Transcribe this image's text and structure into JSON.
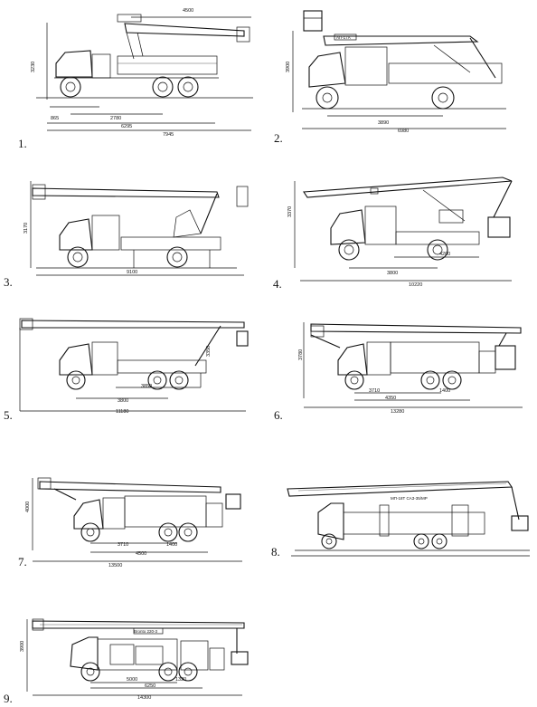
{
  "figures": [
    {
      "label": "1.",
      "dims": [
        "4500",
        "3230",
        "865",
        "2780",
        "6295",
        "7945"
      ]
    },
    {
      "label": "2.",
      "dims": [
        "3900",
        "3890",
        "6980"
      ],
      "plate": "АП-17А"
    },
    {
      "label": "3.",
      "dims": [
        "3170",
        "9100"
      ]
    },
    {
      "label": "4.",
      "dims": [
        "3370",
        "4200",
        "3800",
        "10220"
      ]
    },
    {
      "label": "5.",
      "dims": [
        "3350",
        "3850",
        "3800",
        "11180"
      ]
    },
    {
      "label": "6.",
      "dims": [
        "3780",
        "3710",
        "1400",
        "4350",
        "13280"
      ]
    },
    {
      "label": "7.",
      "dims": [
        "4000",
        "3710",
        "1400",
        "4500",
        "13500"
      ]
    },
    {
      "label": "8.",
      "dims": [],
      "plate": "МП-18Т САЗ-35/МР"
    },
    {
      "label": "9.",
      "dims": [
        "3900",
        "5000",
        "1320",
        "6250",
        "14300"
      ],
      "plate": "Bronto 220-3"
    }
  ]
}
